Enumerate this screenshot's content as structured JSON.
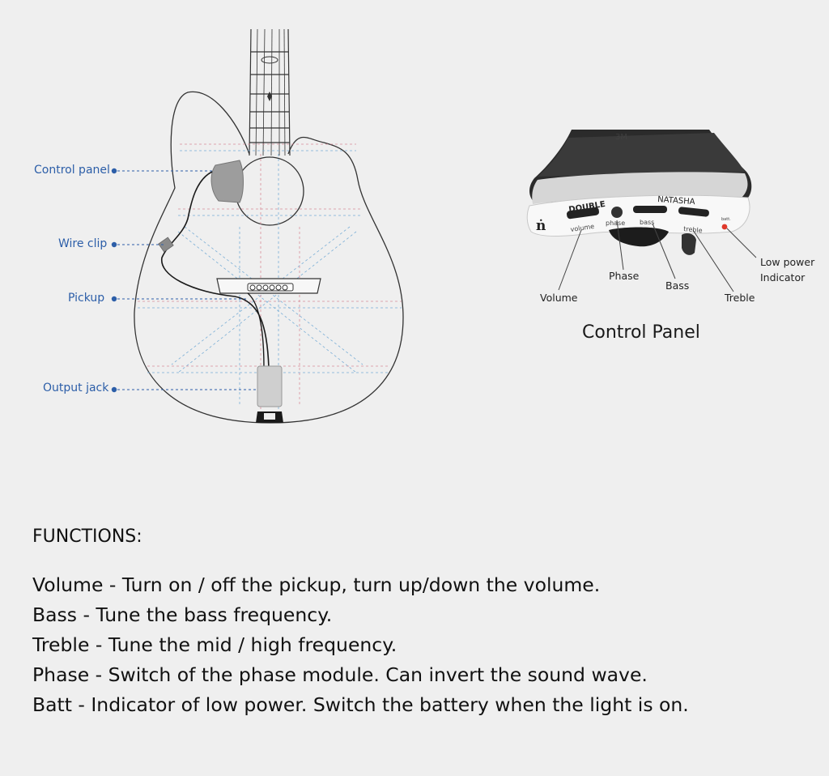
{
  "guitar_diagram": {
    "callouts": {
      "control_panel": "Control panel",
      "wire_clip": "Wire clip",
      "pickup": "Pickup",
      "output_jack": "Output jack"
    }
  },
  "control_panel": {
    "title": "Control Panel",
    "device_text": {
      "brand_left": "DOUBLE",
      "brand_right": "NATASHA",
      "logo": "ṅ",
      "knob_volume": "volume",
      "knob_phase": "phase",
      "knob_bass": "bass",
      "knob_treble": "treble",
      "batt": "batt.",
      "watermark": "3M"
    },
    "labels": {
      "volume": "Volume",
      "phase": "Phase",
      "bass": "Bass",
      "treble": "Treble",
      "low_power_line1": "Low power",
      "low_power_line2": "Indicator"
    },
    "colors": {
      "indicator_led": "#e0392b"
    }
  },
  "functions": {
    "heading": "FUNCTIONS:",
    "items": [
      "Volume - Turn on / off the pickup, turn up/down the volume.",
      "Bass - Tune the bass frequency.",
      "Treble - Tune the mid / high frequency.",
      "Phase - Switch of the phase module. Can invert the sound wave.",
      "Batt - Indicator of low power. Switch the battery when the light is on."
    ]
  },
  "colors": {
    "callout_blue": "#2c5ea8",
    "background": "#efefef"
  }
}
